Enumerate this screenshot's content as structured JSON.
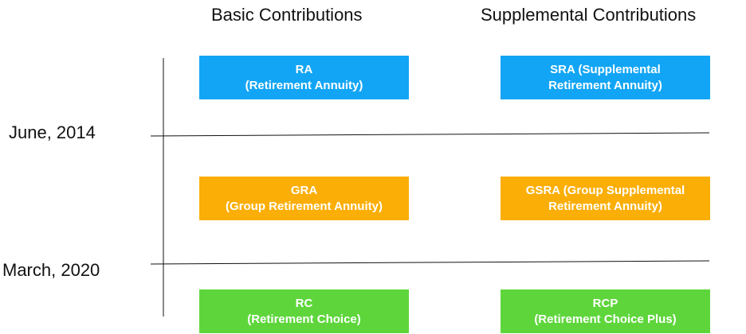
{
  "columns": [
    {
      "header": "Basic Contributions"
    },
    {
      "header": "Supplemental Contributions"
    }
  ],
  "dates": [
    {
      "label": "June, 2014"
    },
    {
      "label": "March, 2020"
    }
  ],
  "rows": [
    {
      "color": "#12a5f5",
      "basic": {
        "line1": "RA",
        "line2": "(Retirement Annuity)"
      },
      "supplemental": {
        "line1": "SRA (Supplemental",
        "line2": "Retirement Annuity)"
      }
    },
    {
      "color": "#fbae06",
      "basic": {
        "line1": "GRA",
        "line2": "(Group Retirement Annuity)"
      },
      "supplemental": {
        "line1": "GSRA (Group Supplemental",
        "line2": "Retirement Annuity)"
      }
    },
    {
      "color": "#5ed63b",
      "basic": {
        "line1": "RC",
        "line2": "(Retirement Choice)"
      },
      "supplemental": {
        "line1": "RCP",
        "line2": "(Retirement Choice Plus)"
      }
    }
  ]
}
